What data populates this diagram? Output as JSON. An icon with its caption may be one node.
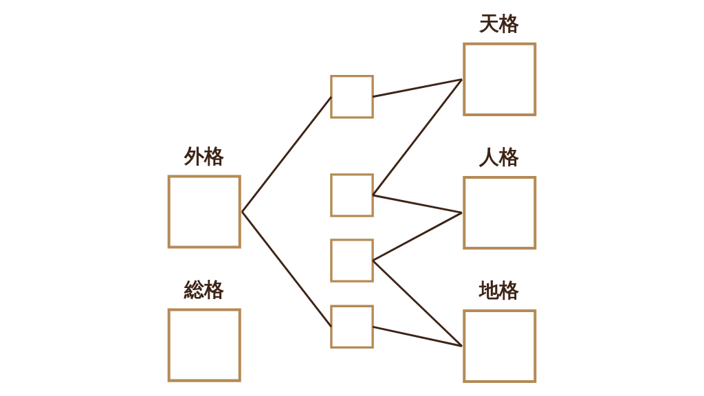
{
  "diagram": {
    "nodes": [
      {
        "text": [
          "外格"
        ]
      },
      {
        "text": [
          "総格"
        ]
      },
      {
        "text": [],
        "shape": "box"
      },
      {
        "text": [],
        "shape": "box"
      },
      {
        "text": [],
        "shape": "box"
      },
      {
        "text": [],
        "shape": "box"
      },
      {
        "text": [
          "天格"
        ]
      },
      {
        "text": [
          "人格"
        ]
      },
      {
        "text": [
          "地格"
        ]
      }
    ],
    "edges": [
      {
        "from": 0,
        "to": 2,
        "arrow": "none"
      },
      {
        "from": 0,
        "to": 5,
        "arrow": "none"
      },
      {
        "from": 2,
        "to": 6,
        "arrow": "none"
      },
      {
        "from": 3,
        "to": 6,
        "arrow": "none"
      },
      {
        "from": 3,
        "to": 7,
        "arrow": "none"
      },
      {
        "from": 4,
        "to": 7,
        "arrow": "none"
      },
      {
        "from": 4,
        "to": 8,
        "arrow": "none"
      },
      {
        "from": 5,
        "to": 8,
        "arrow": "none"
      }
    ]
  }
}
